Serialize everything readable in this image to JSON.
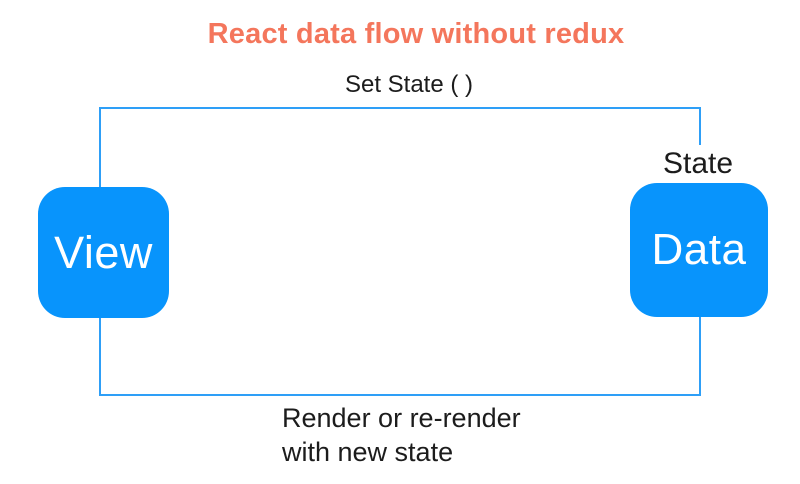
{
  "title": "React data flow without redux",
  "diagram": {
    "set_state_label": "Set State ( )",
    "state_label": "State",
    "nodes": [
      {
        "id": "view",
        "label": "View"
      },
      {
        "id": "data",
        "label": "Data"
      }
    ],
    "bottom_label": {
      "line1": "Render or re-render",
      "line2": "with new state"
    }
  },
  "theme": {
    "title-color": "#F4765C",
    "node-fill": "#0894FC",
    "flow-line": "#2E9FF7",
    "text-color": "#1C1C1C",
    "background": "#FFFFFF"
  }
}
